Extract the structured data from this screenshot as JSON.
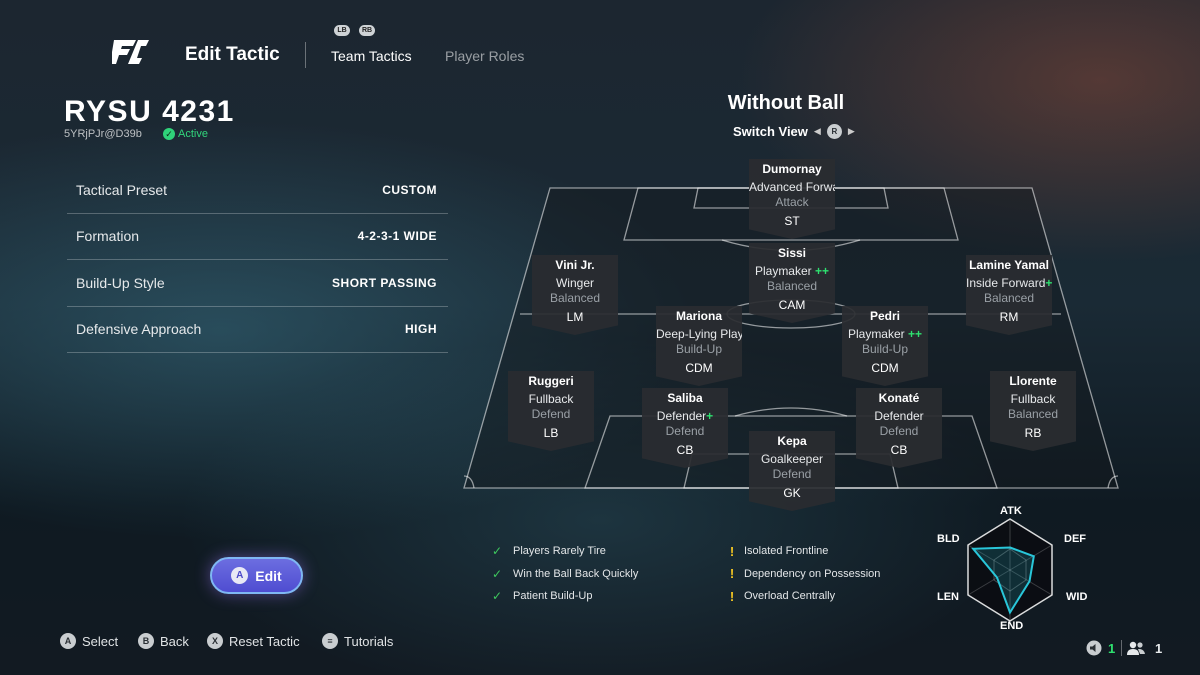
{
  "header": {
    "title": "Edit Tactic",
    "lb_label": "LB",
    "rb_label": "RB",
    "tabs": [
      {
        "label": "Team Tactics",
        "active": true
      },
      {
        "label": "Player Roles",
        "active": false
      }
    ]
  },
  "tactic": {
    "name": "RYSU 4231",
    "code": "5YRjPJr@D39b",
    "status": "Active",
    "settings": [
      {
        "label": "Tactical Preset",
        "value": "CUSTOM"
      },
      {
        "label": "Formation",
        "value": "4-2-3-1 WIDE"
      },
      {
        "label": "Build-Up Style",
        "value": "SHORT PASSING"
      },
      {
        "label": "Defensive Approach",
        "value": "HIGH"
      }
    ]
  },
  "edit_button": {
    "icon": "A",
    "label": "Edit"
  },
  "pitch": {
    "title": "Without Ball",
    "switch_label": "Switch View",
    "switch_button": "R",
    "players": [
      {
        "name": "Dumornay",
        "role": "Advanced Forward",
        "plus": "+",
        "duty": "Attack",
        "pos": "ST"
      },
      {
        "name": "Sissi",
        "role": "Playmaker",
        "plus": "++",
        "duty": "Balanced",
        "pos": "CAM"
      },
      {
        "name": "Vini Jr.",
        "role": "Winger",
        "plus": "",
        "duty": "Balanced",
        "pos": "LM"
      },
      {
        "name": "Lamine Yamal",
        "role": "Inside Forward",
        "plus": "++",
        "duty": "Balanced",
        "pos": "RM"
      },
      {
        "name": "Mariona",
        "role": "Deep-Lying Playmaker",
        "plus": "",
        "duty": "Build-Up",
        "pos": "CDM"
      },
      {
        "name": "Pedri",
        "role": "Playmaker",
        "plus": "++",
        "duty": "Build-Up",
        "pos": "CDM"
      },
      {
        "name": "Ruggeri",
        "role": "Fullback",
        "plus": "",
        "duty": "Defend",
        "pos": "LB"
      },
      {
        "name": "Saliba",
        "role": "Defender",
        "plus": "+",
        "duty": "Defend",
        "pos": "CB"
      },
      {
        "name": "Konaté",
        "role": "Defender",
        "plus": "",
        "duty": "Defend",
        "pos": "CB"
      },
      {
        "name": "Llorente",
        "role": "Fullback",
        "plus": "",
        "duty": "Balanced",
        "pos": "RB"
      },
      {
        "name": "Kepa",
        "role": "Goalkeeper",
        "plus": "",
        "duty": "Defend",
        "pos": "GK"
      }
    ]
  },
  "traits": {
    "strengths": [
      "Players Rarely Tire",
      "Win the Ball Back Quickly",
      "Patient Build-Up"
    ],
    "weaknesses": [
      "Isolated Frontline",
      "Dependency on Possession",
      "Overload Centrally"
    ]
  },
  "radar": {
    "labels": {
      "atk": "ATK",
      "def": "DEF",
      "wid": "WID",
      "end": "END",
      "len": "LEN",
      "bld": "BLD"
    },
    "values": {
      "atk": 0.45,
      "def": 0.55,
      "wid": 0.45,
      "end": 0.85,
      "len": 0.3,
      "bld": 0.85
    },
    "accent": "#29c6d9"
  },
  "footer": [
    {
      "icon": "A",
      "label": "Select"
    },
    {
      "icon": "B",
      "label": "Back"
    },
    {
      "icon": "X",
      "label": "Reset Tactic"
    },
    {
      "icon": "≡",
      "label": "Tutorials"
    }
  ],
  "bottom_right": {
    "sound_count": "1",
    "players_count": "1",
    "accent": "#2ee06f"
  }
}
